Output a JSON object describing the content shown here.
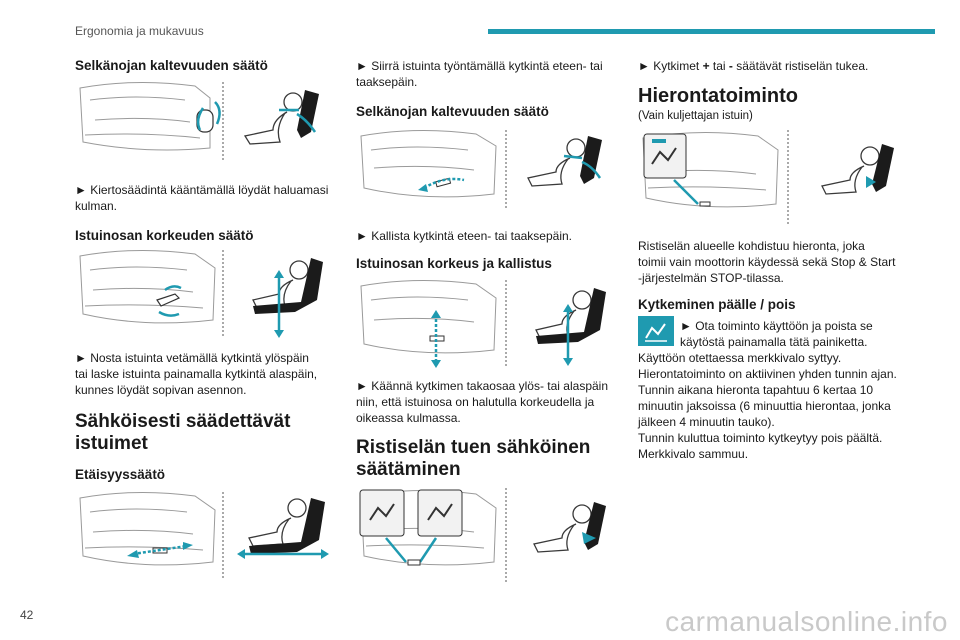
{
  "header": {
    "section": "Ergonomia ja mukavuus"
  },
  "page_number": "42",
  "watermark": "carmanualsonline.info",
  "col1": {
    "h_backrest": "Selkänojan kaltevuuden säätö",
    "p_backrest_1": "► Kiertosäädintä kääntämällä löydät haluamasi",
    "p_backrest_2": "kulman.",
    "h_height": "Istuinosan korkeuden säätö",
    "p_height_1": "► Nosta istuinta vetämällä kytkintä ylöspäin",
    "p_height_2": "tai laske istuinta painamalla kytkintä alaspäin,",
    "p_height_3": "kunnes löydät sopivan asennon.",
    "h2_electric_1": "Sähköisesti säädettävät",
    "h2_electric_2": "istuimet",
    "h_distance": "Etäisyyssäätö"
  },
  "col2": {
    "p_slide_1": "► Siirrä istuinta työntämällä kytkintä eteen- tai",
    "p_slide_2": "taaksepäin.",
    "h_backrest": "Selkänojan kaltevuuden säätö",
    "p_tilt": "► Kallista kytkintä eteen- tai taaksepäin.",
    "h_height_tilt": "Istuinosan korkeus ja kallistus",
    "p_height_1": "► Käännä kytkimen takaosaa ylös- tai alaspäin",
    "p_height_2": "niin, että istuinosa on halutulla korkeudella ja",
    "p_height_3": "oikeassa kulmassa.",
    "h2_lumbar_1": "Ristiselän tuen sähköinen",
    "h2_lumbar_2": "säätäminen"
  },
  "col3": {
    "p_lumbar_pre": "► Kytkimet ",
    "p_lumbar_plus": "+",
    "p_lumbar_mid": " tai ",
    "p_lumbar_minus": "-",
    "p_lumbar_post": " säätävät ristiselän tukea.",
    "h2_massage": "Hierontatoiminto",
    "note": "(Vain kuljettajan istuin)",
    "p_massage_1": "Ristiselän alueelle kohdistuu hieronta, joka",
    "p_massage_2": "toimii vain moottorin käydessä sekä Stop & Start",
    "p_massage_3": "-järjestelmän STOP-tilassa.",
    "h_onoff": "Kytkeminen päälle / pois",
    "p_onoff_1": "► Ota toiminto käyttöön ja poista se",
    "p_onoff_2": "käytöstä painamalla tätä painiketta.",
    "p_onoff_3": "Käyttöön otettaessa merkkivalo syttyy.",
    "p_onoff_4": "Hierontatoiminto on aktiivinen yhden tunnin ajan.",
    "p_onoff_5": "Tunnin aikana hieronta tapahtuu 6 kertaa 10",
    "p_onoff_6": "minuutin jaksoissa (6 minuuttia hierontaa, jonka",
    "p_onoff_7": "jälkeen 4 minuutin tauko).",
    "p_onoff_8": "Tunnin kuluttua toiminto kytkeytyy pois päältä.",
    "p_onoff_9": "Merkkivalo sammuu."
  },
  "icons": {
    "massage_icon_color": "#1f9ab0",
    "accent_color": "#1f9ab0"
  }
}
